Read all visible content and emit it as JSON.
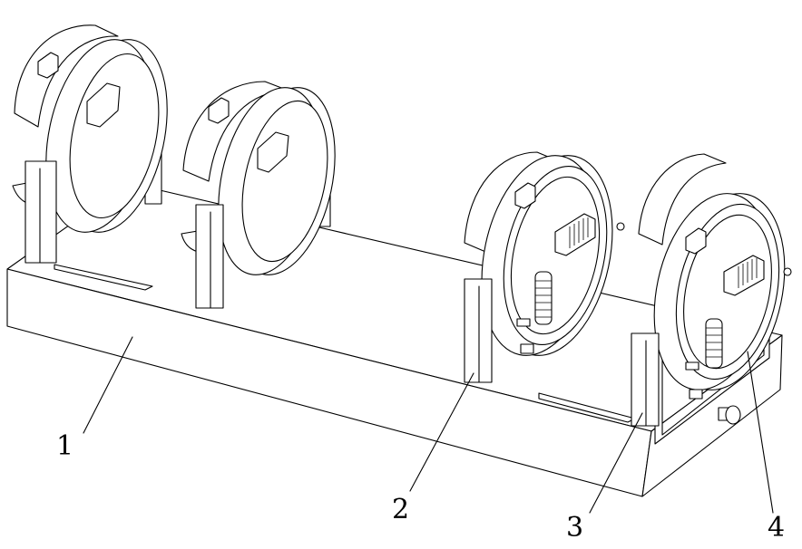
{
  "figure": {
    "callouts": [
      {
        "id": "1",
        "label": "1"
      },
      {
        "id": "2",
        "label": "2"
      },
      {
        "id": "3",
        "label": "3"
      },
      {
        "id": "4",
        "label": "4"
      }
    ],
    "colors": {
      "line": "#000000",
      "background": "#ffffff"
    },
    "clamp_units": [
      {
        "name": "clamp-1",
        "style": "plain-ring"
      },
      {
        "name": "clamp-2",
        "style": "plain-ring"
      },
      {
        "name": "clamp-3",
        "style": "ring-with-brush-and-spring"
      },
      {
        "name": "clamp-4",
        "style": "ring-with-brush-and-spring"
      }
    ]
  }
}
